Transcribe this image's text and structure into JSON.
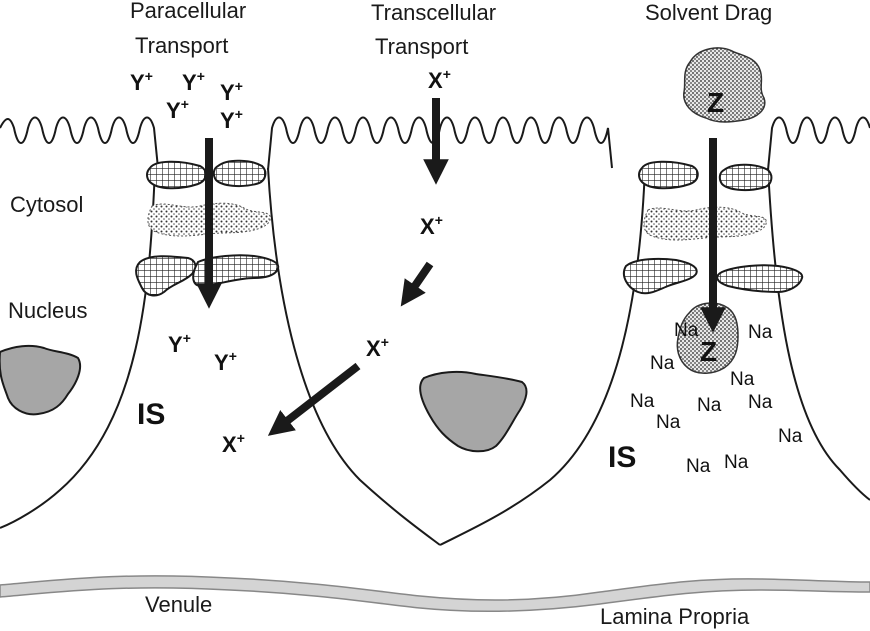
{
  "headers": {
    "paracellular": [
      "Paracellular",
      "Transport"
    ],
    "transcellular": [
      "Transcellular",
      "Transport"
    ],
    "solvent_drag": "Solvent Drag"
  },
  "labels": {
    "cytosol": "Cytosol",
    "nucleus": "Nucleus",
    "is_left": "IS",
    "is_right": "IS",
    "venule": "Venule",
    "lamina_propria": "Lamina Propria"
  },
  "ions": {
    "y_base": "Y",
    "x_base": "X",
    "charge": "+",
    "solute": "Z",
    "sodium": "Na"
  },
  "colors": {
    "nucleus_fill": "#a6a6a6",
    "outline": "#1a1a1a",
    "arrow": "#1a1a1a",
    "vessel": "#9a9a9a"
  }
}
